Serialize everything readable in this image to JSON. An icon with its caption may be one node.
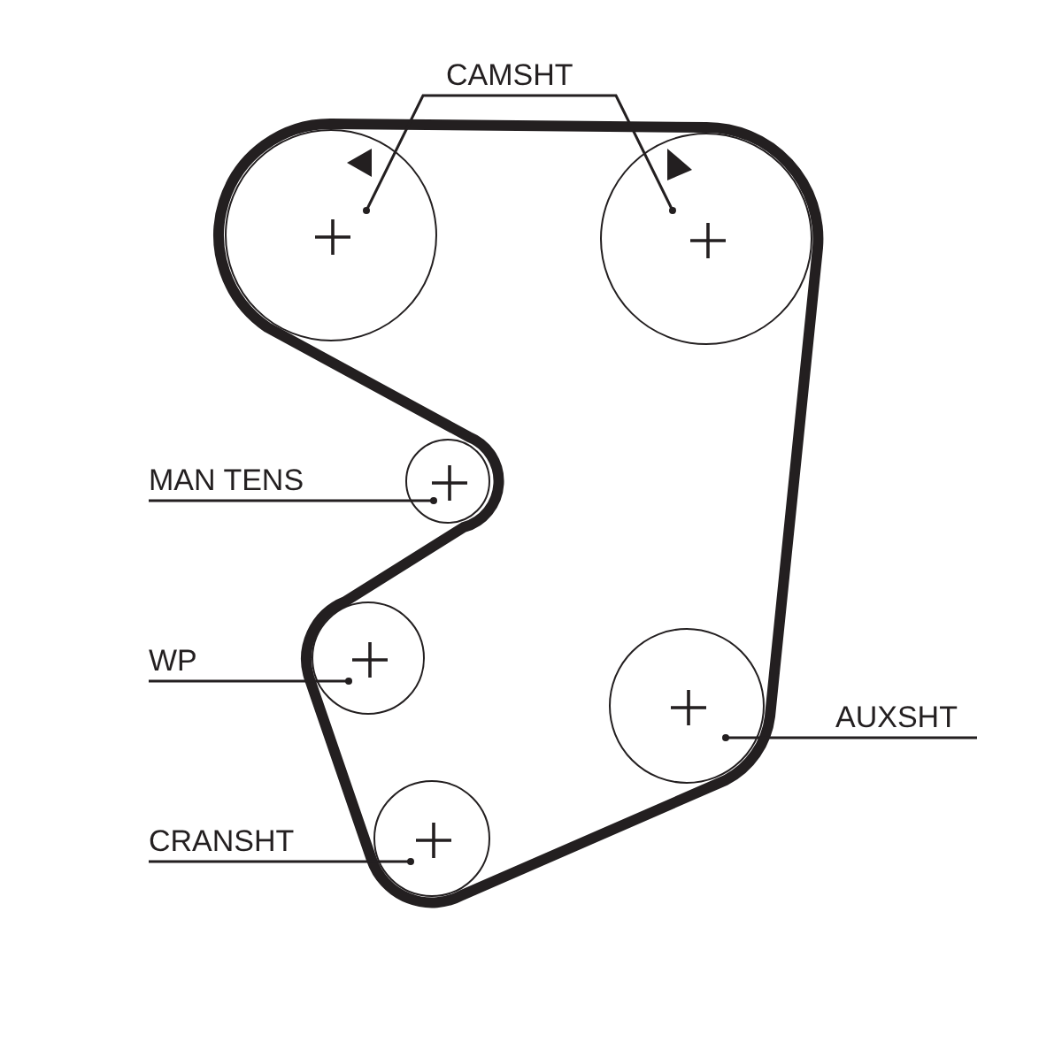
{
  "diagram": {
    "nodes": [
      {
        "text": [
          "CAMSHT"
        ]
      },
      {
        "text": [],
        "shape": "circle"
      },
      {
        "text": [],
        "shape": "circle"
      },
      {
        "text": [
          "MAN TENS"
        ]
      },
      {
        "text": [],
        "shape": "circle"
      },
      {
        "text": [
          "WP"
        ]
      },
      {
        "text": [],
        "shape": "circle"
      },
      {
        "text": [],
        "shape": "circle"
      },
      {
        "text": [
          "AUXSHT"
        ]
      },
      {
        "text": [
          "CRANSHT"
        ]
      },
      {
        "text": [],
        "shape": "circle"
      }
    ],
    "edges": [
      {
        "from": 0,
        "to": 1,
        "arrow": "other"
      },
      {
        "from": 0,
        "to": 2,
        "arrow": "other"
      },
      {
        "from": 3,
        "to": 4,
        "arrow": "other"
      },
      {
        "from": 5,
        "to": 6,
        "arrow": "other"
      },
      {
        "from": 8,
        "to": 7,
        "arrow": "other"
      },
      {
        "from": 9,
        "to": 10,
        "arrow": "other"
      }
    ]
  }
}
